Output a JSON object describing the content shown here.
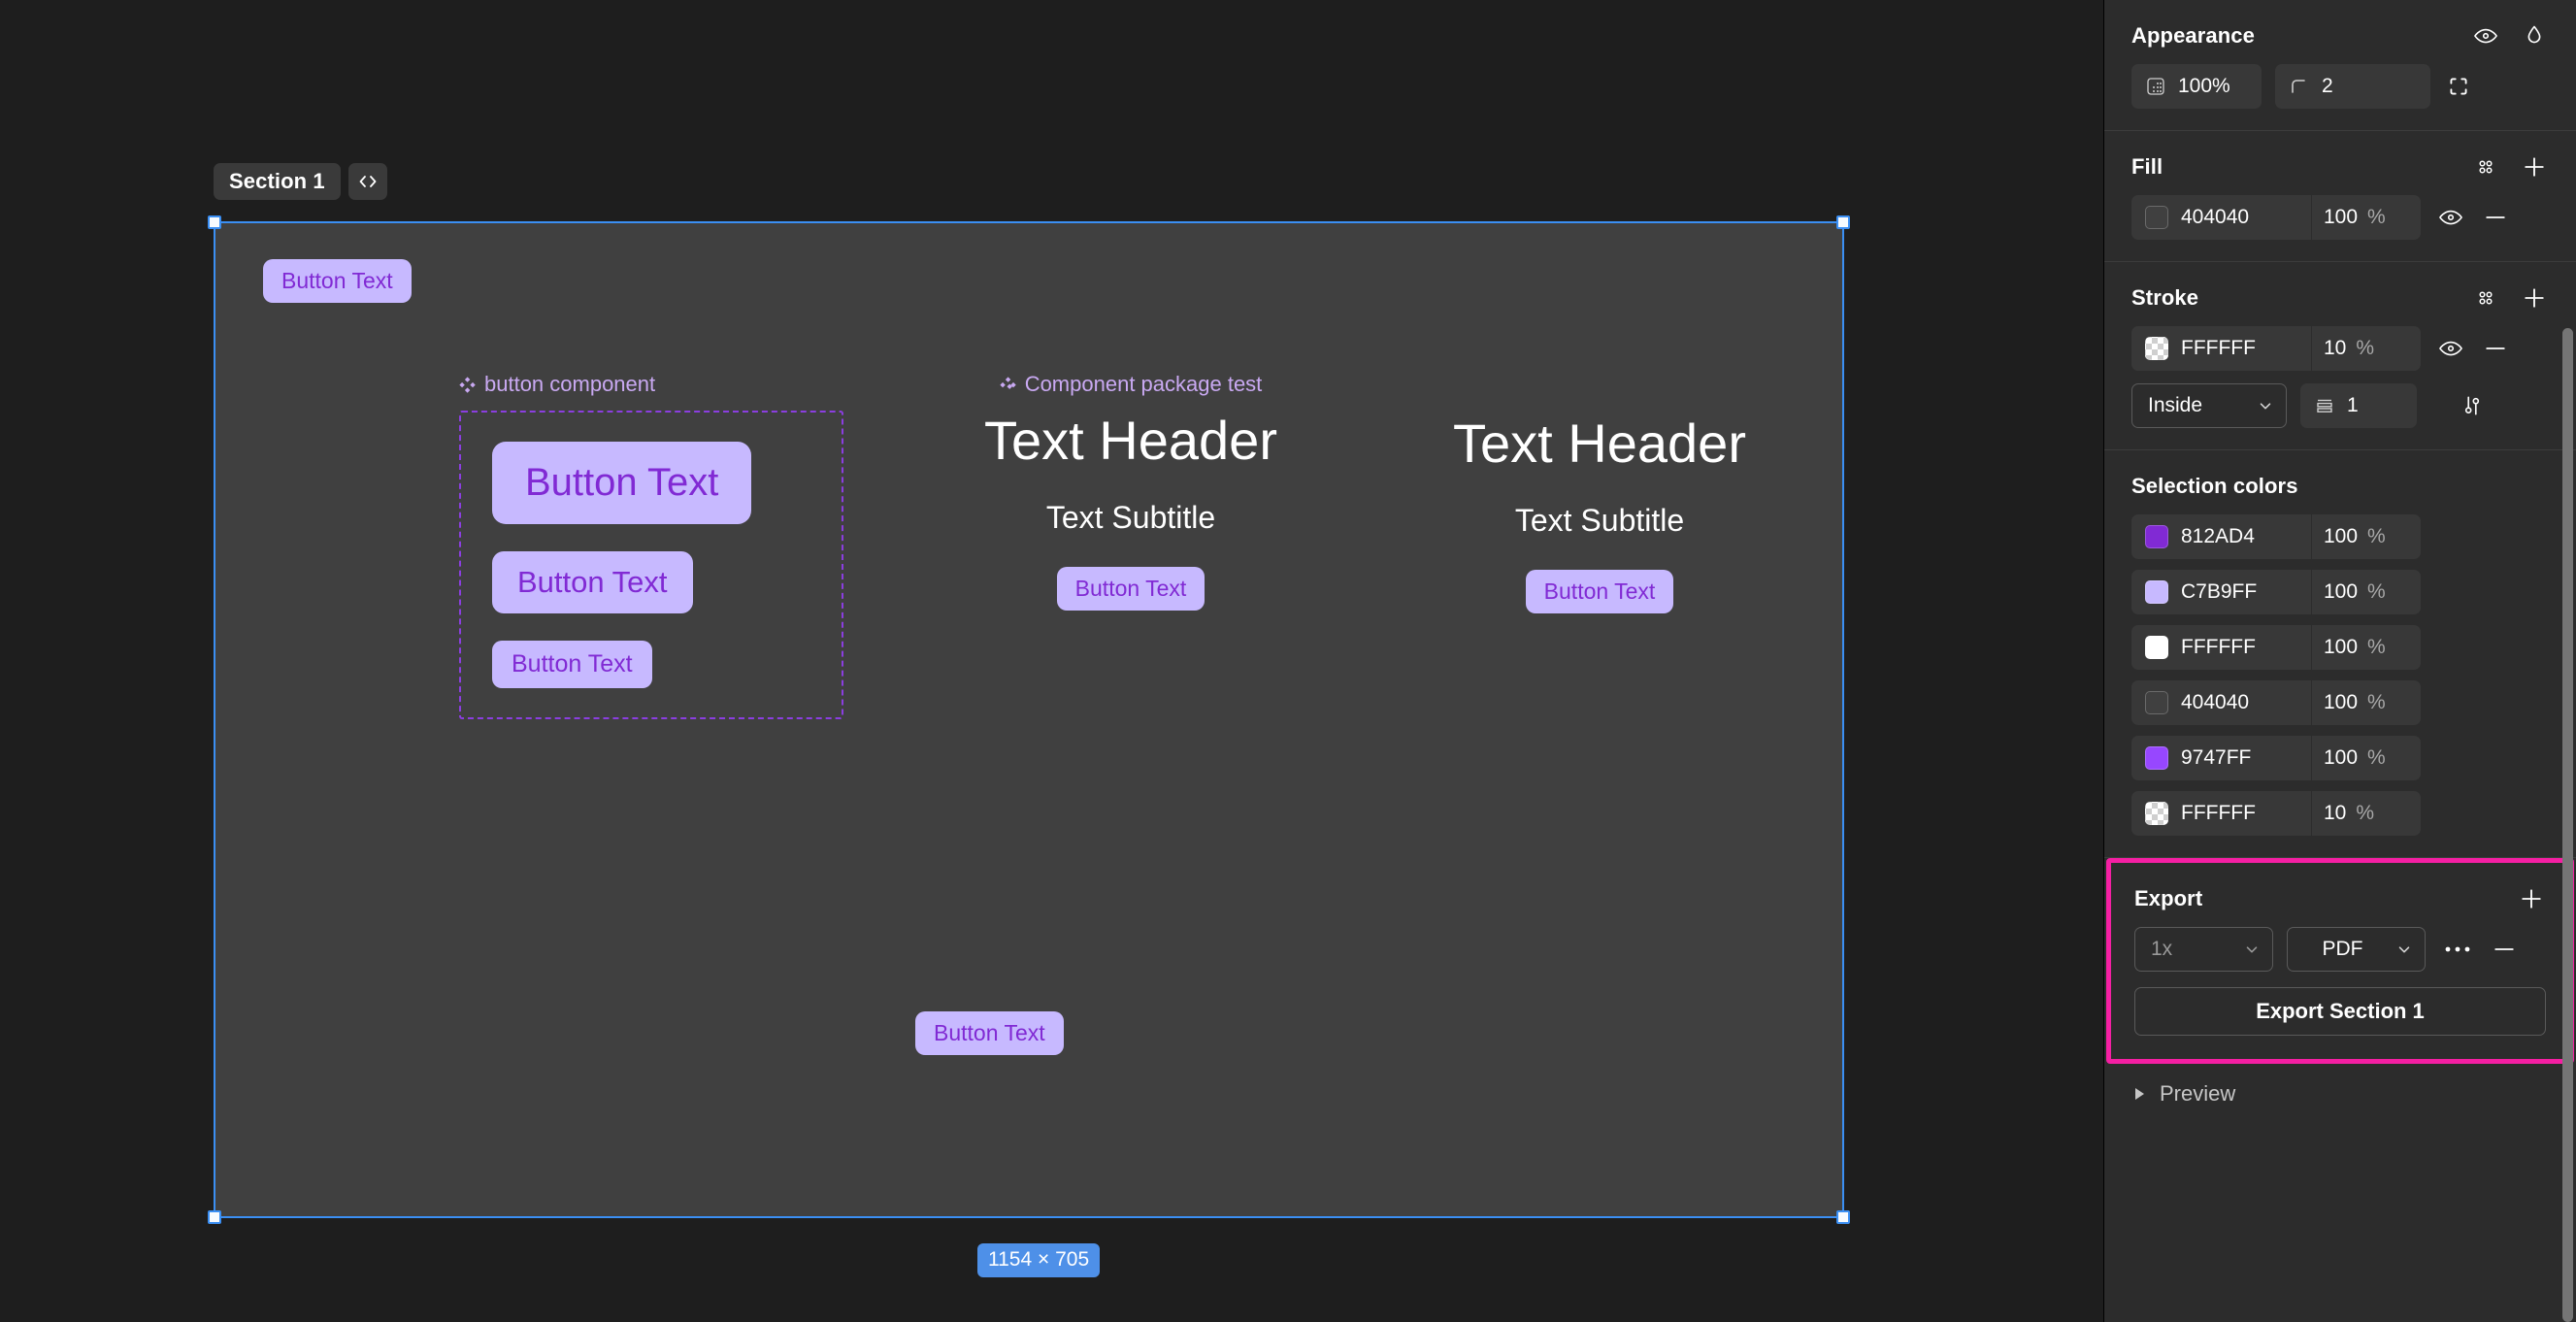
{
  "canvas": {
    "section_chip": "Section 1",
    "code_icon": "code-brackets-icon",
    "dimension_badge": "1154 × 705",
    "frame_fill": "#404040",
    "selection_color": "#3b8ff3",
    "top_button": "Button Text",
    "component_group": {
      "label": "button component",
      "icon": "component-diamond-icon",
      "buttons": [
        "Button Text",
        "Button Text",
        "Button Text"
      ]
    },
    "text_groups": [
      {
        "label": "Component package test",
        "icon": "component-diamond-icon",
        "header": "Text Header",
        "subtitle": "Text Subtitle",
        "button": "Button Text",
        "show_label": true
      },
      {
        "label": "",
        "header": "Text Header",
        "subtitle": "Text Subtitle",
        "button": "Button Text",
        "show_label": false
      }
    ],
    "bottom_button": "Button Text"
  },
  "panel": {
    "appearance": {
      "title": "Appearance",
      "visibility_icon": "eye-icon",
      "blend_icon": "droplet-icon",
      "opacity_icon": "opacity-grid-icon",
      "opacity_value": "100%",
      "corner_icon": "corner-radius-icon",
      "corner_value": "2",
      "clip_icon": "clip-content-icon"
    },
    "fill": {
      "title": "Fill",
      "style_icon": "styles-grid-icon",
      "add_icon": "plus-icon",
      "items": [
        {
          "hex": "404040",
          "color": "#404040",
          "opacity": "100",
          "pct": "%",
          "visibility_icon": "eye-icon",
          "remove_icon": "minus-icon",
          "checker": false
        }
      ]
    },
    "stroke": {
      "title": "Stroke",
      "style_icon": "styles-grid-icon",
      "add_icon": "plus-icon",
      "items": [
        {
          "hex": "FFFFFF",
          "color": "#ffffff",
          "opacity": "10",
          "pct": "%",
          "visibility_icon": "eye-icon",
          "remove_icon": "minus-icon",
          "checker": true
        }
      ],
      "align_value": "Inside",
      "align_caret": "chevron-down-icon",
      "weight_icon": "stroke-weight-icon",
      "weight_value": "1",
      "advanced_icon": "stroke-settings-icon"
    },
    "selection_colors": {
      "title": "Selection colors",
      "items": [
        {
          "hex": "812AD4",
          "color": "#812ad4",
          "opacity": "100",
          "pct": "%",
          "checker": false
        },
        {
          "hex": "C7B9FF",
          "color": "#c7b9ff",
          "opacity": "100",
          "pct": "%",
          "checker": false
        },
        {
          "hex": "FFFFFF",
          "color": "#ffffff",
          "opacity": "100",
          "pct": "%",
          "checker": false
        },
        {
          "hex": "404040",
          "color": "#404040",
          "opacity": "100",
          "pct": "%",
          "checker": false
        },
        {
          "hex": "9747FF",
          "color": "#9747ff",
          "opacity": "100",
          "pct": "%",
          "checker": false
        },
        {
          "hex": "FFFFFF",
          "color": "#ffffff",
          "opacity": "10",
          "pct": "%",
          "checker": true
        }
      ]
    },
    "export": {
      "title": "Export",
      "add_icon": "plus-icon",
      "scale_value": "1x",
      "scale_caret": "chevron-down-icon",
      "format_value": "PDF",
      "format_caret": "chevron-down-icon",
      "more_icon": "ellipsis-icon",
      "remove_icon": "minus-icon",
      "export_button": "Export Section 1",
      "highlight_color": "#f51fa3"
    },
    "preview": {
      "label": "Preview",
      "disclosure_icon": "triangle-right-icon"
    }
  }
}
